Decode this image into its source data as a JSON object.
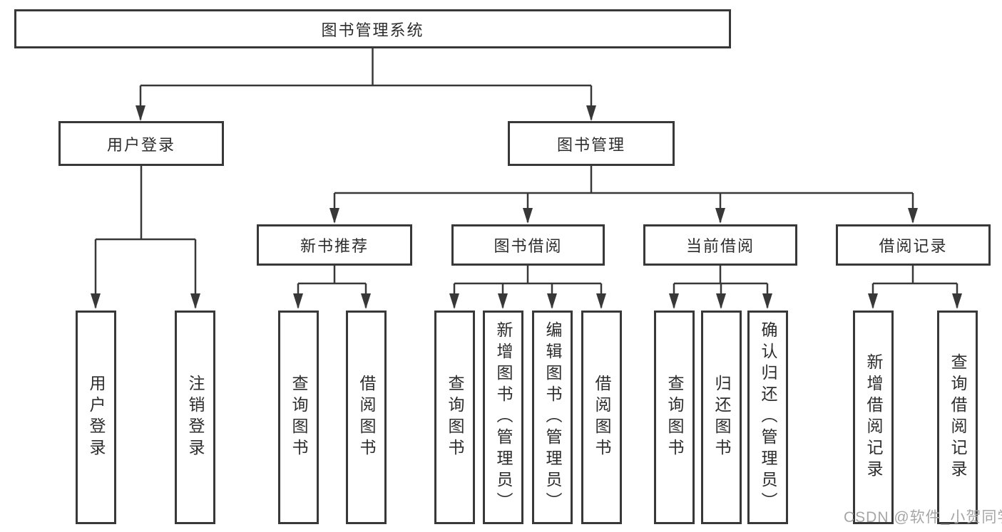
{
  "diagram_title": "图书管理系统",
  "colors": {
    "line": "#383838",
    "box_background": "#ffffff",
    "text": "#2d2d2d",
    "watermark": "#a6a6a6"
  },
  "watermark": {
    "text": "CSDN @软件_小贺同学"
  },
  "tree": {
    "label": "图书管理系统",
    "children": [
      {
        "label": "用户登录",
        "children": [
          {
            "label": "用户登录"
          },
          {
            "label": "注销登录"
          }
        ]
      },
      {
        "label": "图书管理",
        "children": [
          {
            "label": "新书推荐",
            "children": [
              {
                "label": "查询图书"
              },
              {
                "label": "借阅图书"
              }
            ]
          },
          {
            "label": "图书借阅",
            "children": [
              {
                "label": "查询图书"
              },
              {
                "label": "新增图书（管理员）"
              },
              {
                "label": "编辑图书（管理员）"
              },
              {
                "label": "借阅图书"
              }
            ]
          },
          {
            "label": "当前借阅",
            "children": [
              {
                "label": "查询图书"
              },
              {
                "label": "归还图书"
              },
              {
                "label": "确认归还（管理员）"
              }
            ]
          },
          {
            "label": "借阅记录",
            "children": [
              {
                "label": "新增借阅记录"
              },
              {
                "label": "查询借阅记录"
              }
            ]
          }
        ]
      }
    ]
  }
}
